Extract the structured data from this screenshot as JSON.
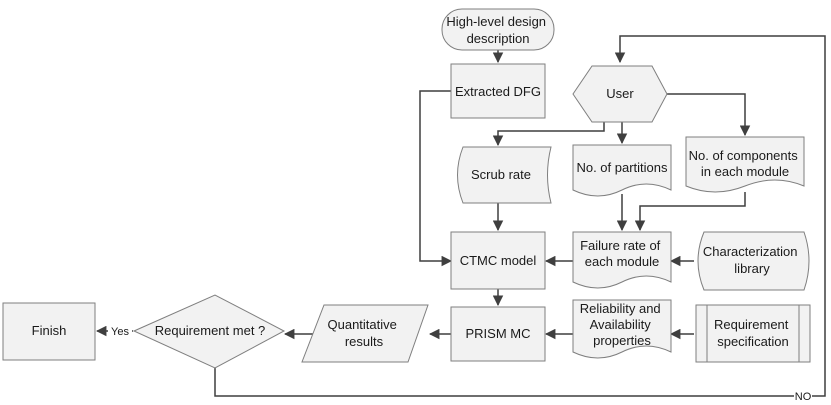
{
  "diagram": {
    "nodes": {
      "high_level_design": {
        "lines": [
          "High-level design",
          "description"
        ]
      },
      "extracted_dfg": {
        "lines": [
          "Extracted DFG"
        ]
      },
      "user": {
        "lines": [
          "User"
        ]
      },
      "scrub_rate": {
        "lines": [
          "Scrub rate"
        ]
      },
      "num_partitions": {
        "lines": [
          "No. of partitions"
        ]
      },
      "num_components": {
        "lines": [
          "No. of components",
          "in each module"
        ]
      },
      "ctmc_model": {
        "lines": [
          "CTMC model"
        ]
      },
      "failure_rate": {
        "lines": [
          "Failure rate of",
          "each module"
        ]
      },
      "characterization_library": {
        "lines": [
          "Characterization",
          "library"
        ]
      },
      "finish": {
        "lines": [
          "Finish"
        ]
      },
      "requirement_met": {
        "lines": [
          "Requirement met ?"
        ]
      },
      "quantitative_results": {
        "lines": [
          "Quantitative",
          "results"
        ]
      },
      "prism_mc": {
        "lines": [
          "PRISM MC"
        ]
      },
      "reliability_availability": {
        "lines": [
          "Reliability and",
          "Availability",
          "properties"
        ]
      },
      "requirement_specification": {
        "lines": [
          "Requirement",
          "specification"
        ]
      }
    },
    "edge_labels": {
      "yes": "Yes",
      "no": "NO"
    }
  }
}
